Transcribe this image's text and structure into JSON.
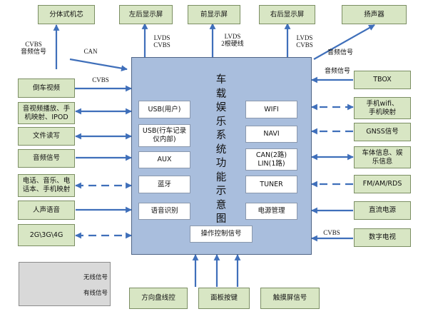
{
  "top": {
    "split_chip": "分体式机芯",
    "rear_left": "左后显示屏",
    "front": "前显示屏",
    "rear_right": "右后显示屏",
    "speaker": "扬声器"
  },
  "center": {
    "title": "车载娱乐系统功能示意图",
    "usb_user": "USB(用户)",
    "usb_recorder": "USB(行车记录\n仪内部)",
    "aux": "AUX",
    "bluetooth": "蓝牙",
    "voice": "语音识别",
    "wifi": "WIFI",
    "navi": "NAVI",
    "can_lin": "CAN(2路)\nLIN(1路)",
    "tuner": "TUNER",
    "power": "电源管理",
    "control": "操作控制信号"
  },
  "left": {
    "reverse_video": "倒车视频",
    "av_play": "音视频播放、手\n机映射、IPOD",
    "file_rw": "文件读写",
    "audio": "音频信号",
    "phone_map": "电话、音乐、电\n话本、手机映射",
    "human_voice": "人声语音",
    "network": "2G\\3G\\4G"
  },
  "right": {
    "tbox": "TBOX",
    "wifi_map": "手机wifi、\n手机映射",
    "gnss": "GNSS信号",
    "vehicle_info": "车体信息、娱\n乐信息",
    "radio": "FM/AM/RDS",
    "dc": "直流电源",
    "dtv": "数字电视"
  },
  "bottom": {
    "steering": "方向盘线控",
    "panel": "面板按键",
    "touch": "触摸屏信号"
  },
  "labels": {
    "cvbs_audio_left": "CVBS\n音频信号",
    "can": "CAN",
    "lvds_cvbs_1": "LVDS\nCVBS",
    "lvds_2": "LVDS\n2根硬线",
    "lvds_cvbs_2": "LVDS\nCVBS",
    "audio_right": "音频信号",
    "cvbs_left": "CVBS",
    "audio_tbox": "音频信号",
    "cvbs_right": "CVBS"
  },
  "legend": {
    "wireless": "无线信号",
    "wired": "有线信号"
  },
  "colors": {
    "arrow": "#3f6fba",
    "center_fill": "#a9bedd",
    "green_fill": "#d8e6c4"
  }
}
